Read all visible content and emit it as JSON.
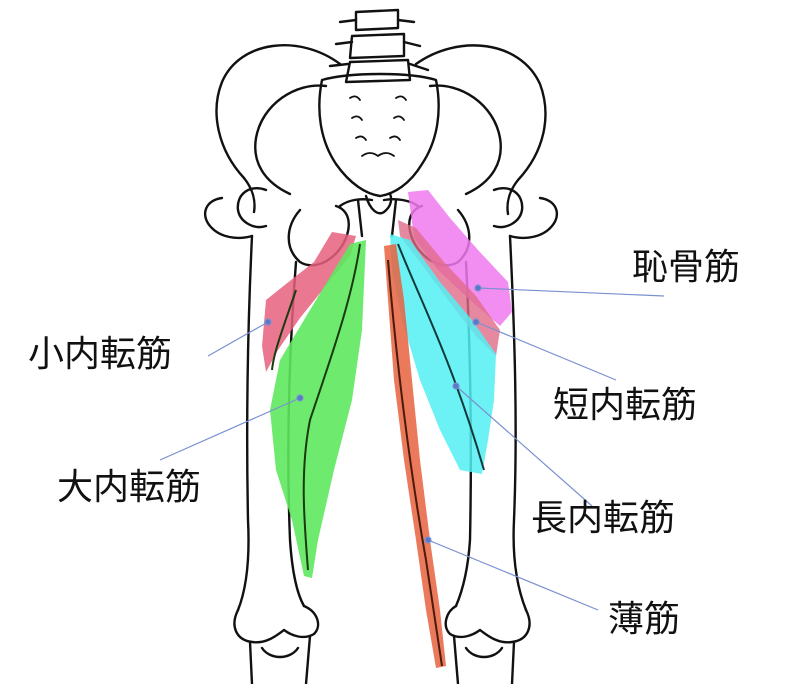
{
  "labels": {
    "pectineus": "恥骨筋",
    "adductor_minimus": "小内転筋",
    "adductor_brevis": "短内転筋",
    "adductor_magnus": "大内転筋",
    "adductor_longus": "長内転筋",
    "gracilis": "薄筋"
  },
  "colors": {
    "pectineus": "#f07af0",
    "adductor_minimus": "#e8607e",
    "adductor_brevis": "#e06a88",
    "adductor_magnus": "#5ee85e",
    "adductor_longus": "#52eef2",
    "gracilis": "#e8623e",
    "leader_line": "#7a90d0",
    "bone_outline": "#111111"
  }
}
